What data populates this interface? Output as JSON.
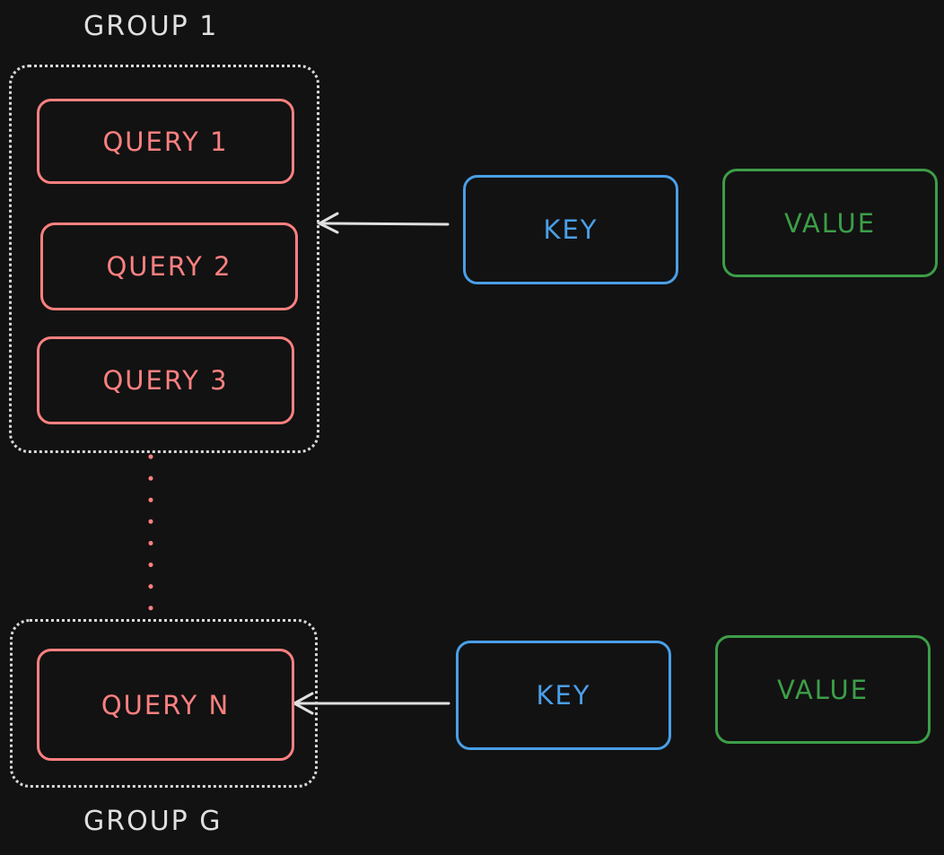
{
  "groups": {
    "first_label": "GROUP 1",
    "last_label": "GROUP G"
  },
  "queries": {
    "q1": "QUERY 1",
    "q2": "QUERY 2",
    "q3": "QUERY 3",
    "qn": "QUERY N"
  },
  "keys": {
    "top": "KEY",
    "bottom": "KEY"
  },
  "values": {
    "top": "VALUE",
    "bottom": "VALUE"
  },
  "colors": {
    "background": "#121212",
    "query": "#ff8080",
    "key": "#4a9fe8",
    "value": "#3c9e48",
    "group_border": "#d8d8d8",
    "arrow": "#e0e0e0",
    "label": "#e0e0e0"
  }
}
